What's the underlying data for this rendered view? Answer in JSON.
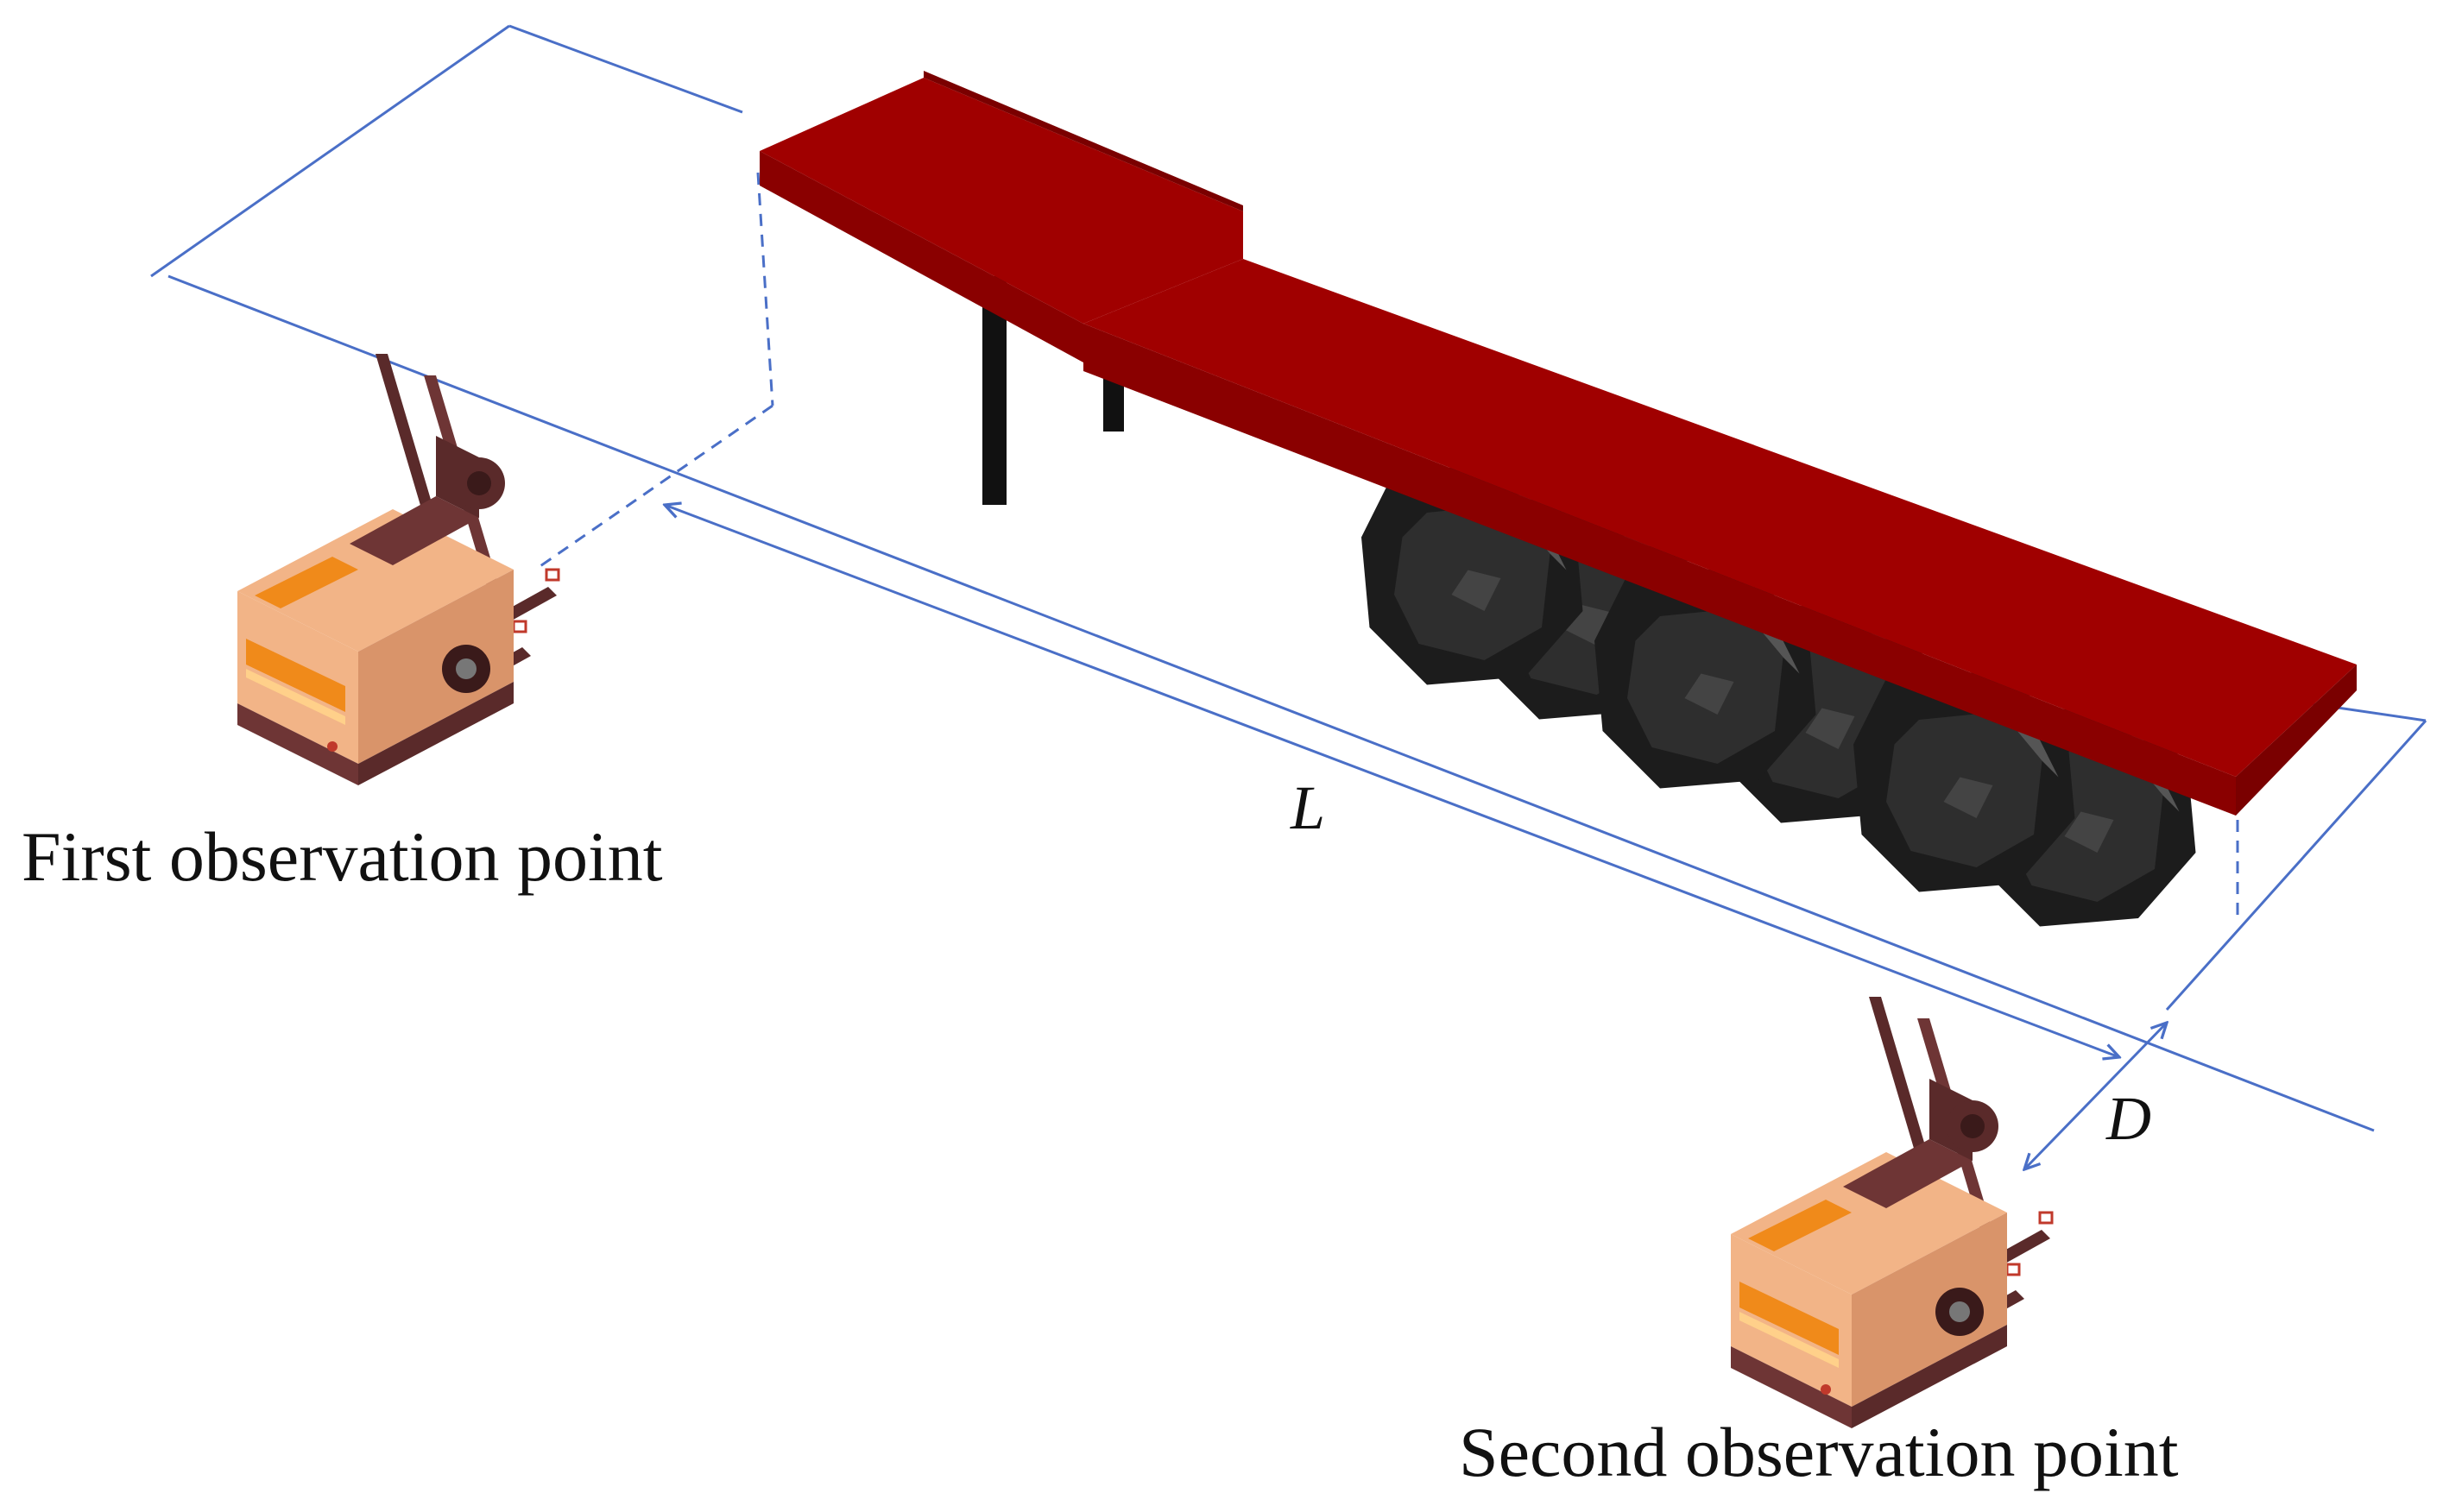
{
  "labels": {
    "first_point": "First observation point",
    "second_point": "Second observation point",
    "length_symbol": "L",
    "distance_symbol": "D"
  },
  "colors": {
    "trailer_top": "#a00000",
    "trailer_side": "#8a0000",
    "trailer_edge": "#7a0000",
    "wheel": "#1c1c1c",
    "wheel_face": "#2e2e2e",
    "wheel_highlight": "#555555",
    "dimension_line": "#4a6fc7",
    "forklift_body": "#f2b487",
    "forklift_shadow": "#d9946a",
    "forklift_dark": "#5a2a2a",
    "forklift_orange": "#f08a1a",
    "forklift_base": "#6e3535"
  },
  "icons": {
    "forklift": "forklift-icon",
    "trailer": "flatbed-trailer-icon",
    "wheel": "tire-icon"
  }
}
